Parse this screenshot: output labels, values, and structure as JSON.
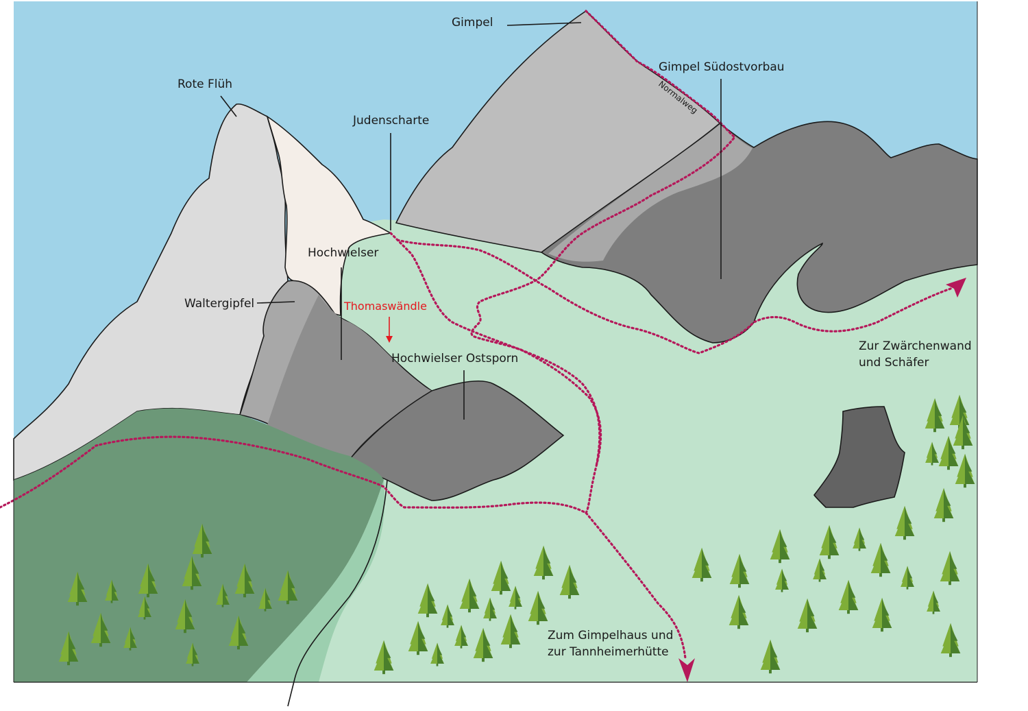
{
  "labels": {
    "gimpel": "Gimpel",
    "gimpel_suedostvorbau": "Gimpel Südostvorbau",
    "normalweg": "Normalweg",
    "rote_flueh": "Rote Flüh",
    "judenscharte": "Judenscharte",
    "hochwielser": "Hochwielser",
    "waltergipfel": "Waltergipfel",
    "thomaswaendle": "Thomaswändle",
    "hochwielser_ostsporn": "Hochwielser Ostsporn",
    "zur_zwaerchenwand_line1": "Zur Zwärchenwand",
    "zur_zwaerchenwand_line2": "und Schäfer",
    "zum_gimpelhaus_line1": "Zum Gimpelhaus und",
    "zum_gimpelhaus_line2": "zur Tannheimerhütte"
  },
  "colors": {
    "sky": "#a0d3e8",
    "meadow": "#c0e3cc",
    "forest": "#6c9878",
    "forest_edge": "#9ccfaf",
    "rock_light": "#dcdcdc",
    "rock_snow": "#f4eee8",
    "rock_mid": "#bdbdbd",
    "rock_gray": "#a8a8a8",
    "rock_dark": "#7e7e7e",
    "rock_darker": "#636363",
    "route": "#b5185a",
    "marker_red": "#e3191f",
    "tree_light": "#7fae38",
    "tree_dark": "#4a7f2c"
  },
  "icons": [
    "conifer-tree-icon",
    "route-arrow-icon",
    "red-arrow-icon"
  ]
}
